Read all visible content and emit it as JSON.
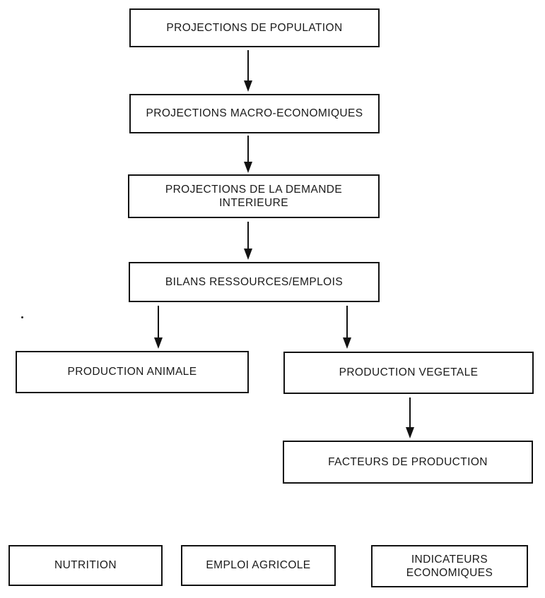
{
  "diagram": {
    "type": "flowchart",
    "background_color": "#ffffff",
    "line_color": "#121212",
    "boxes": [
      {
        "id": "projections-population",
        "label": "PROJECTIONS DE POPULATION"
      },
      {
        "id": "projections-macro-economiques",
        "label": "PROJECTIONS MACRO-ECONOMIQUES"
      },
      {
        "id": "projections-demande-interieure",
        "label": "PROJECTIONS DE LA DEMANDE INTERIEURE"
      },
      {
        "id": "bilans-ressources-emplois",
        "label": "BILANS RESSOURCES/EMPLOIS"
      },
      {
        "id": "production-animale",
        "label": "PRODUCTION ANIMALE"
      },
      {
        "id": "production-vegetale",
        "label": "PRODUCTION VEGETALE"
      },
      {
        "id": "facteurs-de-production",
        "label": "FACTEURS DE PRODUCTION"
      },
      {
        "id": "nutrition",
        "label": "NUTRITION"
      },
      {
        "id": "emploi-agricole",
        "label": "EMPLOI AGRICOLE"
      },
      {
        "id": "indicateurs-economiques",
        "label": "INDICATEURS ECONOMIQUES"
      }
    ],
    "connections": [
      {
        "from": "projections-population",
        "to": "projections-macro-economiques"
      },
      {
        "from": "projections-macro-economiques",
        "to": "projections-demande-interieure"
      },
      {
        "from": "projections-demande-interieure",
        "to": "bilans-ressources-emplois"
      },
      {
        "from": "bilans-ressources-emplois",
        "to": "production-animale"
      },
      {
        "from": "bilans-ressources-emplois",
        "to": "production-vegetale"
      },
      {
        "from": "production-vegetale",
        "to": "facteurs-de-production"
      }
    ]
  }
}
